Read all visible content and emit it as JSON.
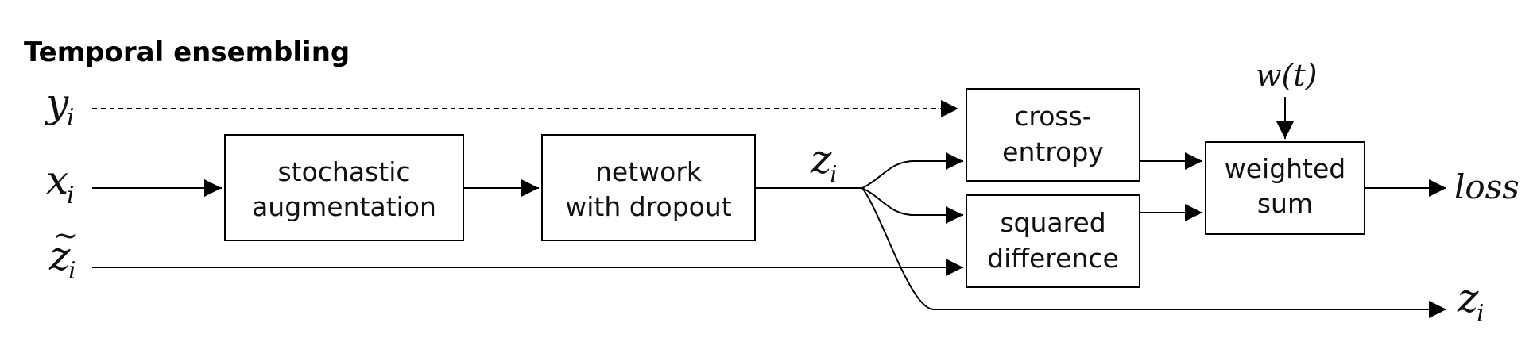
{
  "title": "Temporal ensembling",
  "inputs": {
    "y": {
      "symbol": "y",
      "subscript": "i"
    },
    "x": {
      "symbol": "x",
      "subscript": "i"
    },
    "z_tilde": {
      "symbol": "z",
      "tilde": "~",
      "subscript": "i"
    }
  },
  "boxes": {
    "augmentation": {
      "line1": "stochastic",
      "line2": "augmentation"
    },
    "network": {
      "line1": "network",
      "line2": "with dropout"
    },
    "cross_entropy": {
      "line1": "cross-",
      "line2": "entropy"
    },
    "squared_difference": {
      "line1": "squared",
      "line2": "difference"
    },
    "weighted_sum": {
      "line1": "weighted",
      "line2": "sum"
    }
  },
  "labels": {
    "z_mid": {
      "symbol": "z",
      "subscript": "i"
    },
    "z_out": {
      "symbol": "z",
      "subscript": "i"
    },
    "weight": "w(t)",
    "loss": "loss"
  }
}
